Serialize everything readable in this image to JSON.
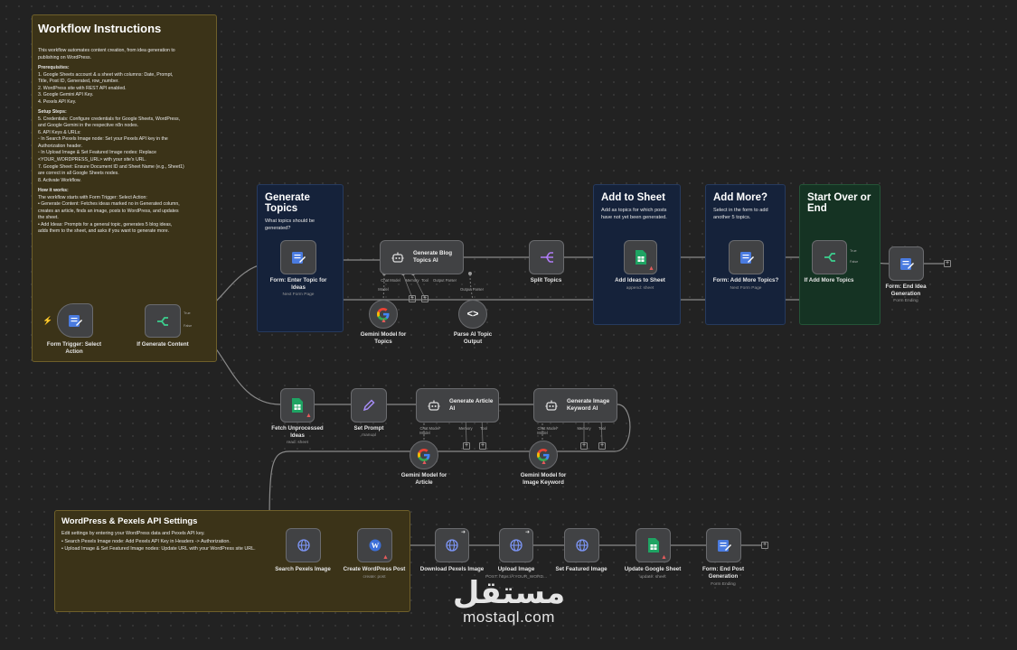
{
  "instructions": {
    "title": "Workflow Instructions",
    "lines": [
      {
        "t": "This workflow automates content creation, from idea generation to",
        "b": false
      },
      {
        "t": "publishing on WordPress.",
        "b": false
      },
      {
        "t": "",
        "b": false
      },
      {
        "t": "Prerequisites:",
        "b": true
      },
      {
        "t": "1. Google Sheets account & a sheet with columns: Date, Prompt,",
        "b": false
      },
      {
        "t": "    Title, Post ID, Generated, row_number.",
        "b": false
      },
      {
        "t": "2. WordPress site with REST API enabled.",
        "b": false
      },
      {
        "t": "3. Google Gemini API Key.",
        "b": false
      },
      {
        "t": "4. Pexels API Key.",
        "b": false
      },
      {
        "t": "",
        "b": false
      },
      {
        "t": "    Setup Steps:",
        "b": true
      },
      {
        "t": "5. Credentials: Configure credentials for Google Sheets, WordPress,",
        "b": false
      },
      {
        "t": "    and Google Gemini in the respective n8n nodes.",
        "b": false
      },
      {
        "t": "6. API Keys & URLs:",
        "b": false
      },
      {
        "t": "    ◦ In Search Pexels Image node: Set your Pexels API key in the",
        "b": false
      },
      {
        "t": "       Authorization header.",
        "b": false
      },
      {
        "t": "    ◦ In Upload Image & Set Featured Image nodes: Replace",
        "b": false
      },
      {
        "t": "       <YOUR_WORDPRESS_URL> with your site's URL.",
        "b": false
      },
      {
        "t": "7. Google Sheet: Ensure Document ID and Sheet Name (e.g., Sheet1)",
        "b": false
      },
      {
        "t": "    are correct in all Google Sheets nodes.",
        "b": false
      },
      {
        "t": "8. Activate Workflow.",
        "b": false
      },
      {
        "t": "",
        "b": false
      },
      {
        "t": "    How it works:",
        "b": true
      },
      {
        "t": "    The workflow starts with Form Trigger: Select Action:",
        "b": false
      },
      {
        "t": "• Generate Content: Fetches ideas marked no in Generated column,",
        "b": false
      },
      {
        "t": "   creates an article, finds an image, posts to WordPress, and updates",
        "b": false
      },
      {
        "t": "   the sheet.",
        "b": false
      },
      {
        "t": "• Add Ideas: Prompts for a general topic, generates 5 blog ideas,",
        "b": false
      },
      {
        "t": "   adds them to the sheet, and asks if you want to generate more.",
        "b": false
      }
    ]
  },
  "wp_note": {
    "title": "WordPress & Pexels API Settings",
    "lines": [
      "Edit settings by entering your WordPress data and Pexels API key.",
      "  •  Search Pexels Image node: Add Pexels API Key in Headers -> Authorization.",
      "  •  Upload Image & Set Featured Image nodes: Update URL with your WordPress site URL."
    ]
  },
  "sections": {
    "generate_topics": {
      "title": "Generate Topics",
      "desc": "What topics should be generated?"
    },
    "add_to_sheet": {
      "title": "Add to Sheet",
      "desc": "Add as topics for which posts have not yet been generated."
    },
    "add_more": {
      "title": "Add More?",
      "desc": "Select in the form to add another 5 topics."
    },
    "start_over": {
      "title": "Start Over or End",
      "desc": ""
    }
  },
  "nodes": {
    "form_trigger": {
      "label": "Form Trigger: Select\nAction"
    },
    "if_generate": {
      "label": "If Generate Content",
      "true": "True",
      "false": "False"
    },
    "form_enter_topic": {
      "label": "Form: Enter Topic for\nIdeas",
      "sub": "Next Form Page"
    },
    "generate_blog_topics": {
      "title": "Generate Blog\nTopics AI",
      "p1": "Chat Model",
      "p2": "Memory",
      "p3": "Tool",
      "p4": "Output Parser",
      "p1b": "Model",
      "p4b": "Output Parser"
    },
    "gemini_topics": {
      "label": "Gemini Model for\nTopics"
    },
    "parse_ai": {
      "label": "Parse AI Topic\nOutput"
    },
    "split_topics": {
      "label": "Split Topics"
    },
    "add_ideas_sheet": {
      "label": "Add Ideas to Sheet",
      "sub": "append: sheet"
    },
    "form_add_more": {
      "label": "Form: Add More Topics?",
      "sub": "Next Form Page"
    },
    "if_add_more": {
      "label": "If Add More Topics",
      "true": "True",
      "false": "False"
    },
    "form_end_idea": {
      "label": "Form: End Idea\nGeneration",
      "sub": "Form Ending"
    },
    "fetch_unprocessed": {
      "label": "Fetch Unprocessed\nIdeas",
      "sub": "read: sheet"
    },
    "set_prompt": {
      "label": "Set Prompt",
      "sub": "manual"
    },
    "generate_article": {
      "title": "Generate Article\nAI",
      "p1": "Chat Model*",
      "p1b": "Model",
      "p2": "Memory",
      "p3": "Tool"
    },
    "gemini_article": {
      "label": "Gemini Model for\nArticle"
    },
    "generate_keyword": {
      "title": "Generate Image\nKeyword AI",
      "p1": "Chat Model*",
      "p1b": "Model",
      "p2": "Memory",
      "p3": "Tool"
    },
    "gemini_keyword": {
      "label": "Gemini Model for\nImage Keyword"
    },
    "search_pexels": {
      "label": "Search Pexels Image"
    },
    "create_wp_post": {
      "label": "Create WordPress Post",
      "sub": "create: post"
    },
    "download_pexels": {
      "label": "Download Pexels Image"
    },
    "upload_image": {
      "label": "Upload Image",
      "sub": "POST: https://<YOUR_WORD..."
    },
    "set_featured": {
      "label": "Set Featured Image"
    },
    "update_sheet": {
      "label": "Update Google Sheet",
      "sub": "update: sheet"
    },
    "form_end_post": {
      "label": "Form: End Post\nGeneration",
      "sub": "Form Ending"
    }
  },
  "watermark": {
    "arabic": "مستقل",
    "latin": "mostaql.com"
  },
  "colors": {
    "canvas": "#222222",
    "sheets_green": "#1fa463",
    "form_blue": "#4a7be0",
    "wp_blue": "#3d6fd8",
    "http_blue": "#6b8cf0",
    "warning": "#e35b5b"
  }
}
